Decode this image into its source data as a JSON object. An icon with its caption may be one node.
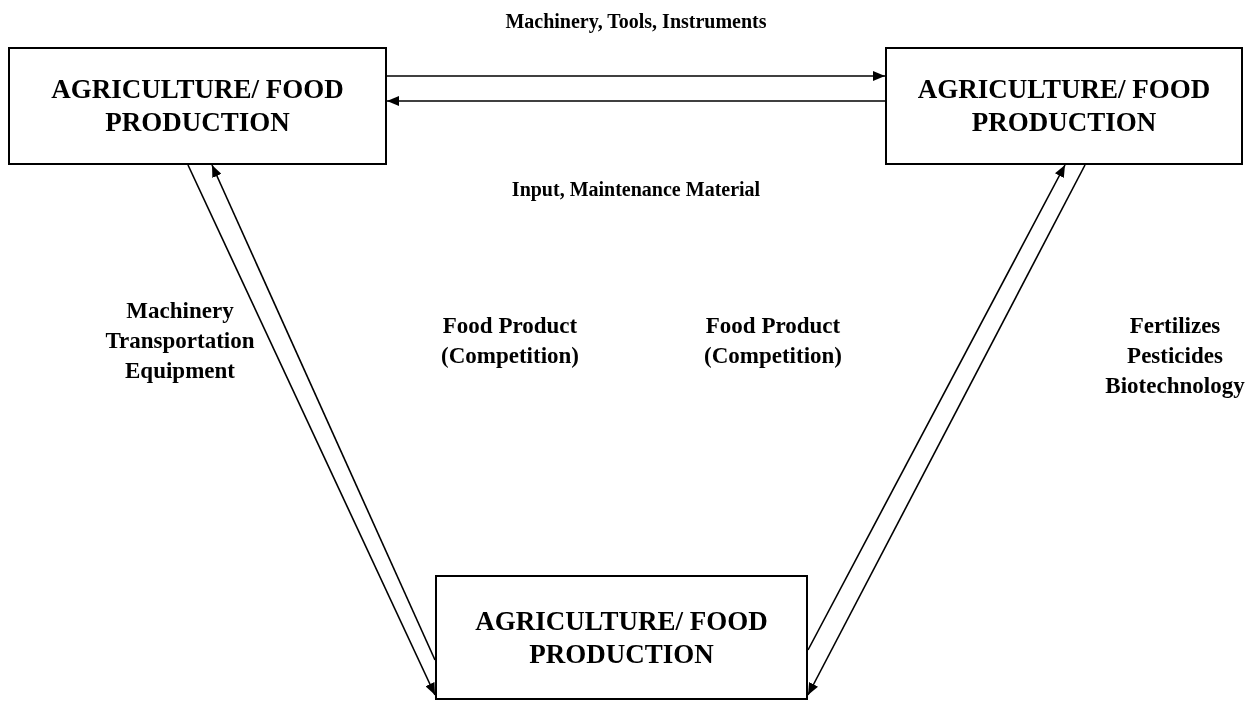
{
  "diagram": {
    "nodes": [
      {
        "text": [
          "AGRICULTURE/ FOOD PRODUCTION"
        ]
      },
      {
        "text": [
          "AGRICULTURE/ FOOD PRODUCTION"
        ]
      },
      {
        "text": [
          "AGRICULTURE/ FOOD PRODUCTION"
        ]
      }
    ],
    "edges": [
      {
        "from": 0,
        "to": 1,
        "arrow": "to"
      },
      {
        "from": 1,
        "to": 0,
        "arrow": "to"
      },
      {
        "from": 0,
        "to": 2,
        "arrow": "to"
      },
      {
        "from": 2,
        "to": 0,
        "arrow": "to"
      },
      {
        "from": 2,
        "to": 1,
        "arrow": "to"
      },
      {
        "from": 1,
        "to": 2,
        "arrow": "to"
      }
    ],
    "labels": [
      "Machinery, Tools, Instruments",
      "Input, Maintenance Material",
      "Machinery Transportation Equipment",
      "Food Product (Competition)",
      "Food Product (Competition)",
      "Fertilizes Pesticides Biotechnology"
    ]
  }
}
